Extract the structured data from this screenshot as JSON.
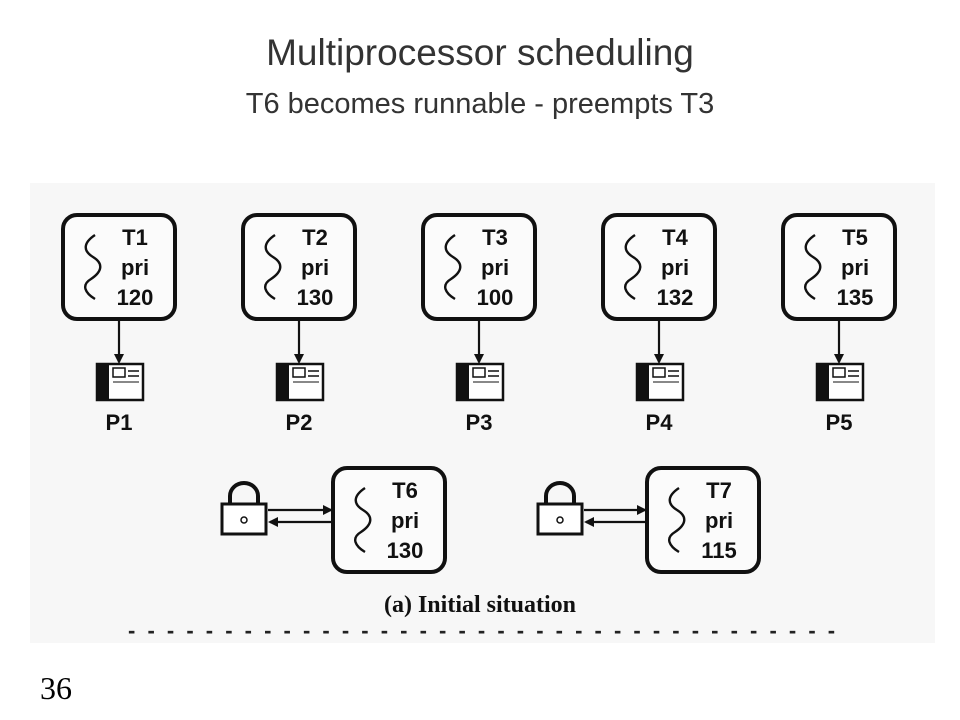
{
  "slide": {
    "title": "Multiprocessor scheduling",
    "subtitle": "T6 becomes runnable - preempts T3",
    "number": "36"
  },
  "diagram": {
    "caption": "(a)  Initial situation",
    "dashes": "- - - - - - - - - - - - - - - - - - - - - - - - - - - - - - - - - - - - - - - - - - - - - - -",
    "running_threads": [
      {
        "name": "T1",
        "pri_label": "pri",
        "priority": "120",
        "processor": "P1"
      },
      {
        "name": "T2",
        "pri_label": "pri",
        "priority": "130",
        "processor": "P2"
      },
      {
        "name": "T3",
        "pri_label": "pri",
        "priority": "100",
        "processor": "P3"
      },
      {
        "name": "T4",
        "pri_label": "pri",
        "priority": "132",
        "processor": "P4"
      },
      {
        "name": "T5",
        "pri_label": "pri",
        "priority": "135",
        "processor": "P5"
      }
    ],
    "waiting_threads": [
      {
        "name": "T6",
        "pri_label": "pri",
        "priority": "130",
        "lock_icon": "padlock-icon"
      },
      {
        "name": "T7",
        "pri_label": "pri",
        "priority": "115",
        "lock_icon": "padlock-icon"
      }
    ],
    "colors": {
      "ink": "#111111",
      "panel": "#f7f7f7",
      "title": "#333333"
    }
  }
}
